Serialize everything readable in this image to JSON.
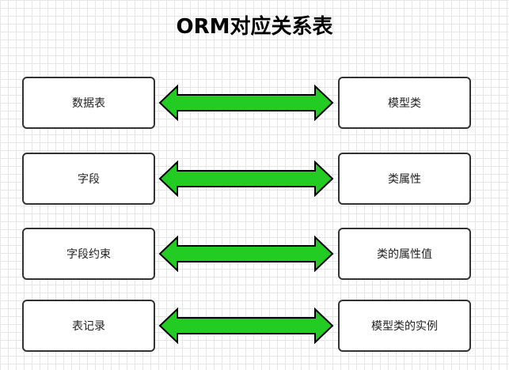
{
  "title": "ORM对应关系表",
  "colors": {
    "arrow_fill": "#22cc22",
    "arrow_stroke": "#000000",
    "box_border": "#333333"
  },
  "rows": [
    {
      "left": "数据表",
      "right": "模型类"
    },
    {
      "left": "字段",
      "right": "类属性"
    },
    {
      "left": "字段约束",
      "right": "类的属性值"
    },
    {
      "left": "表记录",
      "right": "模型类的实例"
    }
  ]
}
